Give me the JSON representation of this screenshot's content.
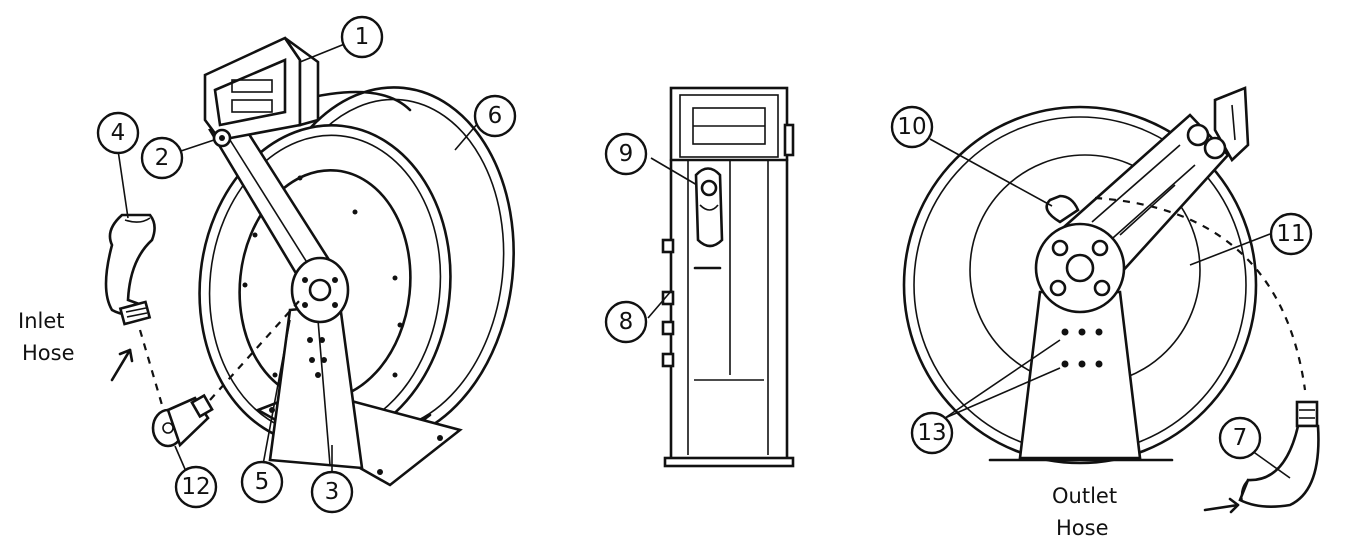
{
  "callouts": {
    "c1": "1",
    "c2": "2",
    "c3": "3",
    "c4": "4",
    "c5": "5",
    "c6": "6",
    "c7": "7",
    "c8": "8",
    "c9": "9",
    "c10": "10",
    "c11": "11",
    "c12": "12",
    "c13": "13"
  },
  "labels": {
    "inlet_line1": "Inlet",
    "inlet_line2": "Hose",
    "outlet_line1": "Outlet",
    "outlet_line2": "Hose"
  }
}
